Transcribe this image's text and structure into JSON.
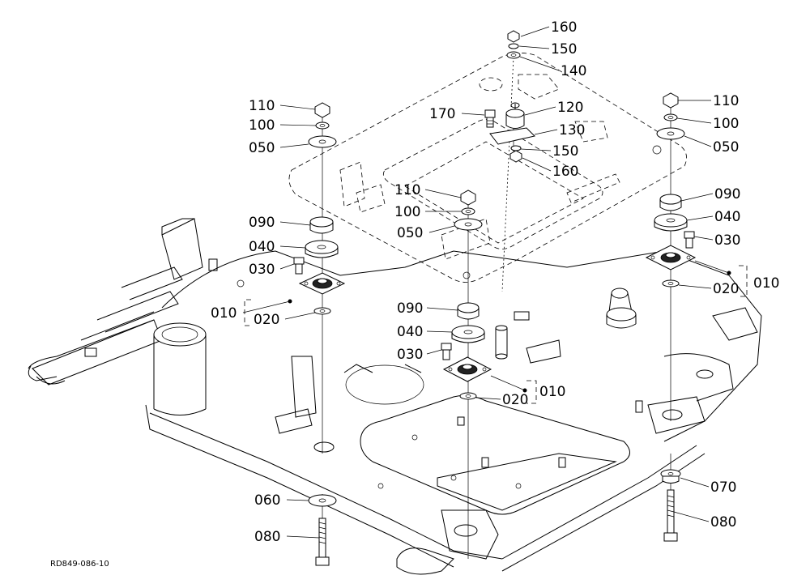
{
  "drawing_ref": "RD849-086-10",
  "labels": {
    "l160": "160",
    "l150a": "150",
    "l140": "140",
    "l120": "120",
    "l170": "170",
    "l130": "130",
    "l150b": "150",
    "l160b": "160",
    "l110a": "110",
    "l100a": "100",
    "l050a": "050",
    "l090a": "090",
    "l040a": "040",
    "l030a": "030",
    "l010a": "010",
    "l020a": "020",
    "l110b": "110",
    "l100b": "100",
    "l050b": "050",
    "l090b": "090",
    "l040b": "040",
    "l030b": "030",
    "l020b": "020",
    "l010b": "010",
    "l110c": "110",
    "l100c": "100",
    "l050c": "050",
    "l090c": "090",
    "l040c": "040",
    "l030c": "030",
    "l020c": "020",
    "l010c": "010",
    "l060": "060",
    "l080a": "080",
    "l070": "070",
    "l080b": "080"
  }
}
